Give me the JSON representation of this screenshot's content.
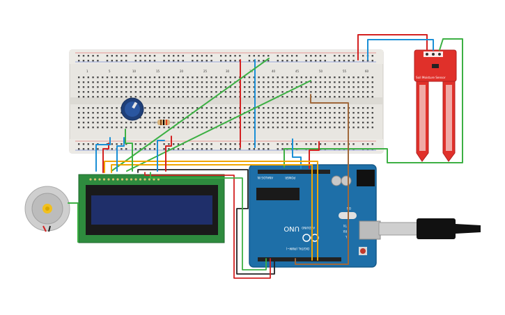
{
  "breadboard": {
    "column_numbers": [
      "1",
      "5",
      "10",
      "15",
      "20",
      "25",
      "30",
      "35",
      "40",
      "45",
      "50",
      "55",
      "60"
    ]
  },
  "arduino": {
    "model": "UNO",
    "brand": "ARDUINO",
    "header_power": "POWER",
    "header_analog": "ANALOG IN",
    "header_digital": "DIGITAL (PWM~)",
    "led_tx": "TX",
    "led_rx": "RX",
    "led_l": "L",
    "on_label": "ON"
  },
  "soil_sensor": {
    "label": "Soil Moisture Sensor"
  },
  "colors": {
    "wire_red": "#d32020",
    "wire_blue": "#1a8fd6",
    "wire_green": "#3cb043",
    "wire_orange": "#f0a500",
    "wire_brown": "#a0683a",
    "wire_black": "#222222",
    "pcb_green": "#2e8b3e",
    "arduino_blue": "#1e6fa8",
    "sensor_red": "#e0302a"
  }
}
